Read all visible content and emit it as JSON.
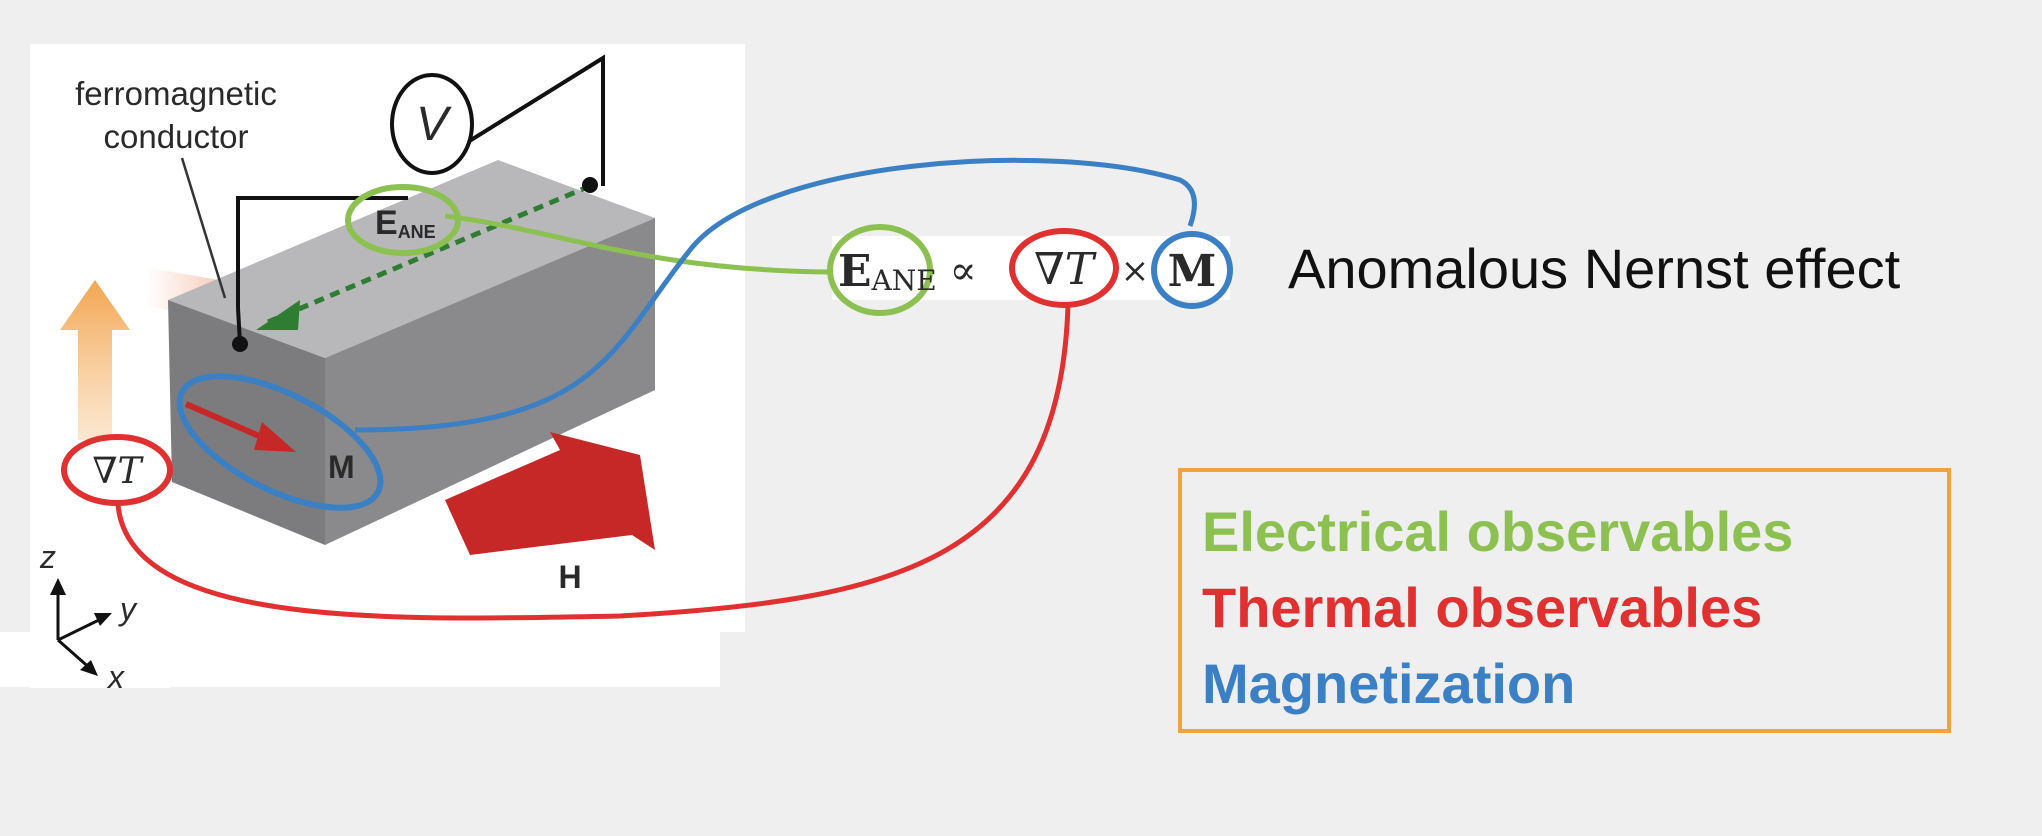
{
  "title": "Anomalous Nernst effect",
  "labels": {
    "material": [
      "ferromagnetic",
      "conductor"
    ],
    "voltmeter": "V",
    "e_field": "E",
    "e_field_sub": "ANE",
    "magnetization": "M",
    "field": "H",
    "grad_t": "∇T",
    "axis_x": "x",
    "axis_y": "y",
    "axis_z": "z"
  },
  "equation": {
    "e": "E",
    "e_sub": "ANE",
    "proportional": "∝",
    "grad_t": "∇T",
    "cross": "×",
    "m": "M"
  },
  "legend": [
    {
      "text": "Electrical observables",
      "color": "#8cc152"
    },
    {
      "text": "Thermal observables",
      "color": "#e03030"
    },
    {
      "text": "Magnetization",
      "color": "#3b7fc4"
    }
  ],
  "colors": {
    "electrical": "#8cc152",
    "thermal": "#e03030",
    "magnetization": "#3b7fc4",
    "legend_border": "#f2a23a"
  }
}
